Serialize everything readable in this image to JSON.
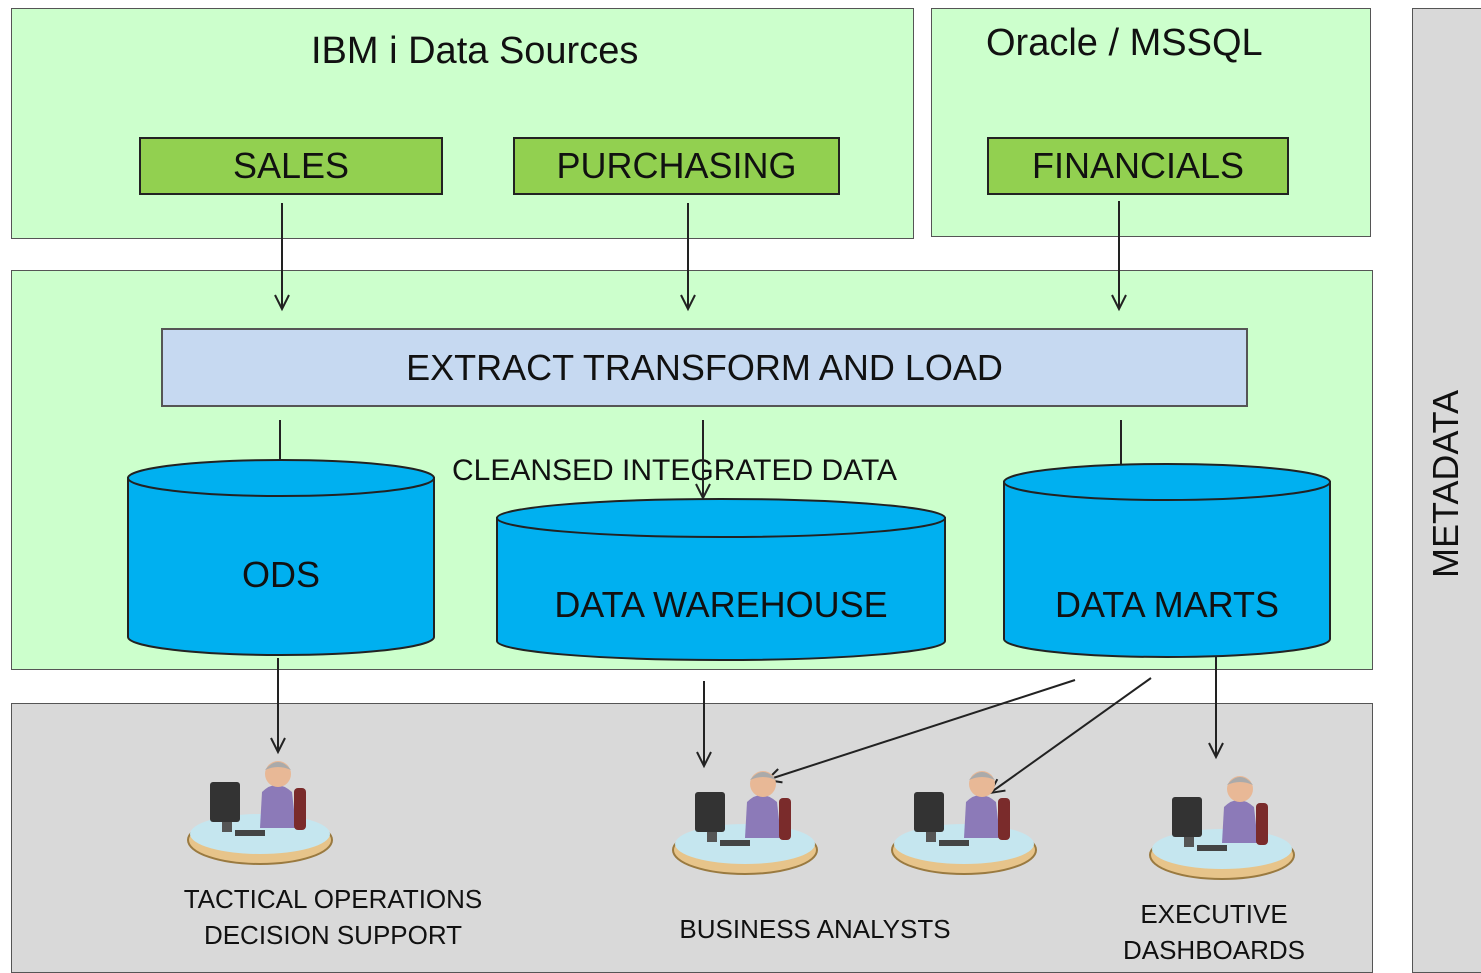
{
  "sources": {
    "ibm_title": "IBM i Data Sources",
    "oracle_title": "Oracle / MSSQL",
    "sales": "SALES",
    "purchasing": "PURCHASING",
    "financials": "FINANCIALS"
  },
  "etl": {
    "label": "EXTRACT TRANSFORM AND LOAD",
    "cleansed": "CLEANSED INTEGRATED DATA"
  },
  "stores": {
    "ods": "ODS",
    "warehouse": "DATA WAREHOUSE",
    "marts": "DATA MARTS"
  },
  "consumers": {
    "tactical_line1": "TACTICAL OPERATIONS",
    "tactical_line2": "DECISION SUPPORT",
    "analysts": "BUSINESS ANALYSTS",
    "executive_line1": "EXECUTIVE",
    "executive_line2": "DASHBOARDS"
  },
  "metadata": "METADATA",
  "colors": {
    "panel_green": "#ccffcc",
    "panel_gray": "#d9d9d9",
    "source_box": "#92d050",
    "etl_box": "#c6d9f1",
    "cylinder": "#00b0f0"
  },
  "icons": [
    "user-at-desk-icon"
  ]
}
